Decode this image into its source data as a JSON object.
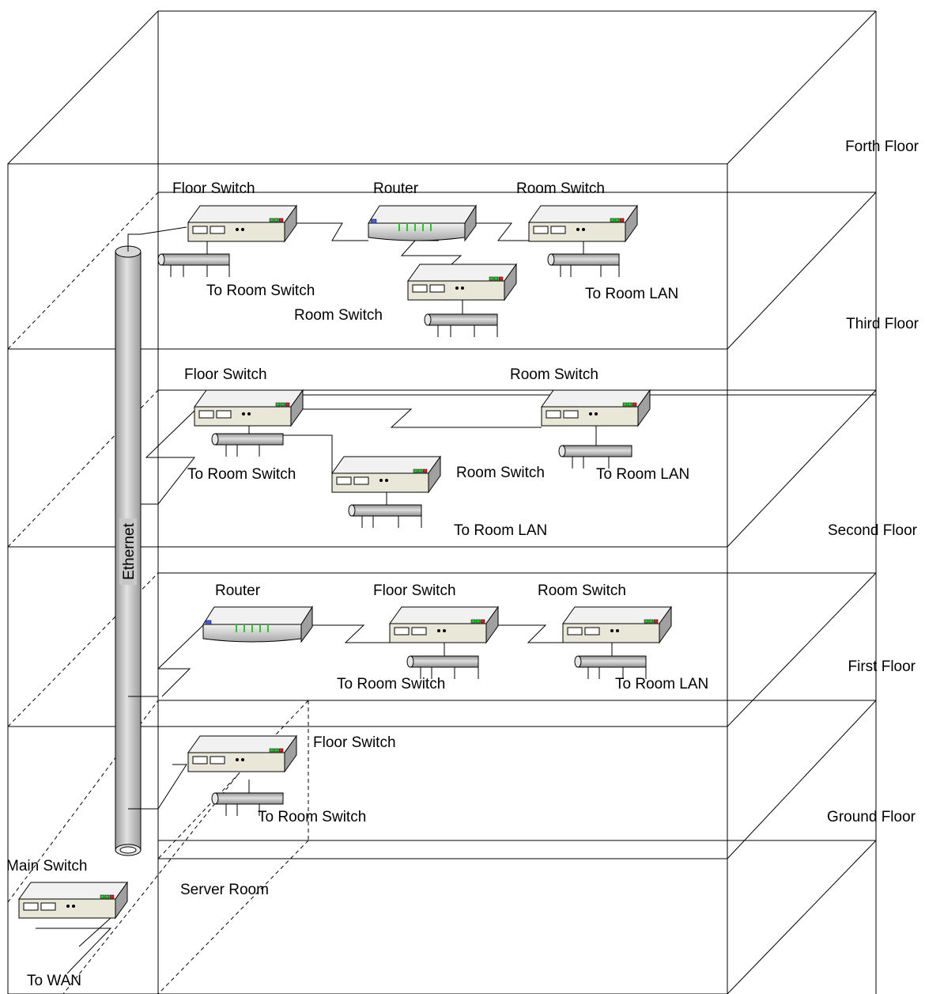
{
  "floors": {
    "fourth": "Forth Floor",
    "third": "Third Floor",
    "second": "Second Floor",
    "first": "First Floor",
    "ground": "Ground Floor"
  },
  "backbone_label": "Ethernet",
  "server_room_label": "Server Room",
  "device_labels": {
    "third_floor_switch": "Floor Switch",
    "third_router": "Router",
    "third_room_switch_right": "Room Switch",
    "third_room_switch_center": "Room Switch",
    "second_floor_switch": "Floor Switch",
    "second_room_switch_right": "Room Switch",
    "second_room_switch_center": "Room Switch",
    "first_router": "Router",
    "first_floor_switch": "Floor Switch",
    "first_room_switch": "Room Switch",
    "ground_floor_switch": "Floor Switch",
    "main_switch": "Main Switch"
  },
  "link_labels": {
    "third_to_room_switch": "To Room Switch",
    "third_to_room_lan": "To Room LAN",
    "second_to_room_switch": "To Room Switch",
    "second_to_room_lan_right": "To Room LAN",
    "second_to_room_lan_center": "To Room LAN",
    "first_to_room_switch": "To Room Switch",
    "first_to_room_lan": "To Room LAN",
    "ground_to_room_switch": "To Room Switch",
    "to_wan": "To WAN"
  },
  "colors": {
    "device_front": "#e9e8d8",
    "device_top": "#f1f1f1",
    "device_side": "#a0a0a0",
    "pipe": "#c8c8c8",
    "led_green": "#22cc22",
    "led_red": "#dd2222"
  }
}
